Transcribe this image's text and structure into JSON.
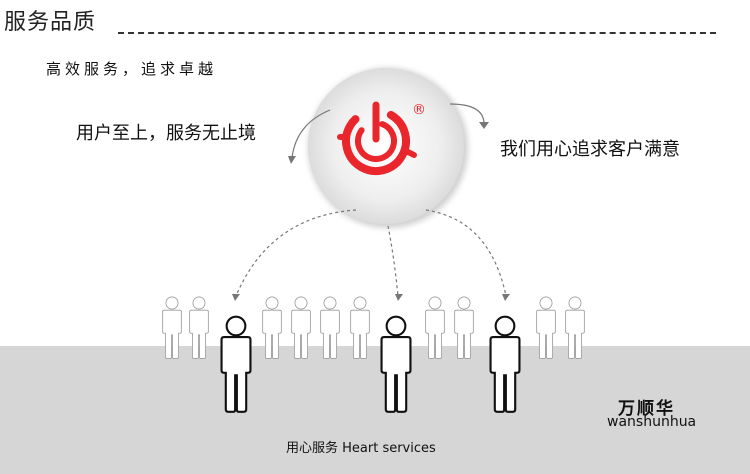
{
  "header": {
    "title": "服务品质",
    "slogan": "高效服务，追求卓越"
  },
  "side_texts": {
    "left": "用户至上，服务无止境",
    "right": "我们用心追求客户满意"
  },
  "brand": {
    "name_cn": "万顺华",
    "name_en": "wanshunhua",
    "registered_mark": "®"
  },
  "footer": {
    "caption": "用心服务 Heart services"
  },
  "colors": {
    "logo_red": "#e8262b",
    "floor_gray": "#d6d6d6",
    "circle_gray": "#e6e6e6"
  },
  "icons": [
    "logo-icon",
    "arrow-icon",
    "person-icon"
  ]
}
